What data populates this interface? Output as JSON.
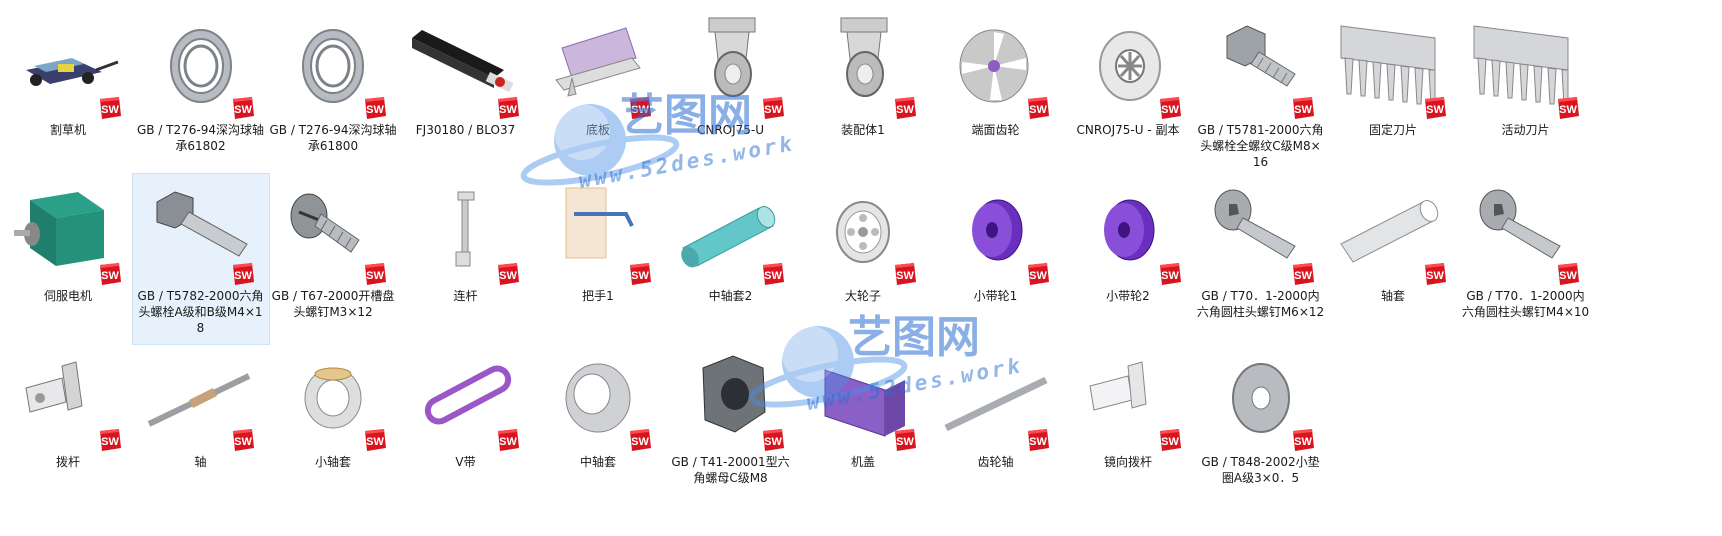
{
  "items": [
    {
      "label": "割草机",
      "icon": "lawnmower",
      "selected": false
    },
    {
      "label": "GB / T276-94深沟球轴承61802",
      "icon": "bearing",
      "selected": false
    },
    {
      "label": "GB / T276-94深沟球轴承61800",
      "icon": "bearing",
      "selected": false
    },
    {
      "label": "FJ30180 / BLO37",
      "icon": "actuator",
      "selected": false
    },
    {
      "label": "底板",
      "icon": "plate",
      "selected": false
    },
    {
      "label": "CNROJ75-U",
      "icon": "caster",
      "selected": false
    },
    {
      "label": "装配体1",
      "icon": "caster",
      "selected": false
    },
    {
      "label": "端面齿轮",
      "icon": "face-gear",
      "selected": false
    },
    {
      "label": "CNROJ75-U - 副本",
      "icon": "wheel",
      "selected": false
    },
    {
      "label": "GB / T5781-2000六角头螺栓全螺纹C级M8×16",
      "icon": "hex-bolt",
      "selected": false
    },
    {
      "label": "固定刀片",
      "icon": "comb-blade",
      "selected": false
    },
    {
      "label": "活动刀片",
      "icon": "comb-blade",
      "selected": false
    },
    {
      "label": "伺服电机",
      "icon": "servo-motor",
      "selected": false
    },
    {
      "label": "GB / T5782-2000六角头螺栓A级和B级M4×18",
      "icon": "hex-bolt-long",
      "selected": true
    },
    {
      "label": "GB / T67-2000开槽盘头螺钉M3×12",
      "icon": "pan-screw",
      "selected": false
    },
    {
      "label": "连杆",
      "icon": "link-rod",
      "selected": false
    },
    {
      "label": "把手1",
      "icon": "handle",
      "selected": false
    },
    {
      "label": "中轴套2",
      "icon": "cyan-sleeve",
      "selected": false
    },
    {
      "label": "大轮子",
      "icon": "big-wheel",
      "selected": false
    },
    {
      "label": "小带轮1",
      "icon": "purple-pulley",
      "selected": false
    },
    {
      "label": "小带轮2",
      "icon": "purple-pulley",
      "selected": false
    },
    {
      "label": "GB / T70．1-2000内六角圆柱头螺钉M6×12",
      "icon": "socket-screw",
      "selected": false
    },
    {
      "label": "轴套",
      "icon": "sleeve",
      "selected": false
    },
    {
      "label": "GB / T70．1-2000内六角圆柱头螺钉M4×10",
      "icon": "socket-screw",
      "selected": false
    },
    {
      "label": "拨杆",
      "icon": "lever",
      "selected": false
    },
    {
      "label": "轴",
      "icon": "shaft",
      "selected": false
    },
    {
      "label": "小轴套",
      "icon": "small-bushing",
      "selected": false
    },
    {
      "label": "V带",
      "icon": "v-belt",
      "selected": false
    },
    {
      "label": "中轴套",
      "icon": "bushing",
      "selected": false
    },
    {
      "label": "GB / T41-20001型六角螺母C级M8",
      "icon": "hex-nut",
      "selected": false
    },
    {
      "label": "机盖",
      "icon": "cover",
      "selected": false
    },
    {
      "label": "齿轮轴",
      "icon": "gear-shaft",
      "selected": false
    },
    {
      "label": "镜向拨杆",
      "icon": "lever-mirror",
      "selected": false
    },
    {
      "label": "GB / T848-2002小垫圈A级3×0．5",
      "icon": "washer",
      "selected": false
    }
  ],
  "badge": {
    "text": "SW",
    "color": "#d8141e"
  },
  "watermark": {
    "title": "艺图网",
    "url": "www.52des.work",
    "color": "#2b6fd3"
  }
}
